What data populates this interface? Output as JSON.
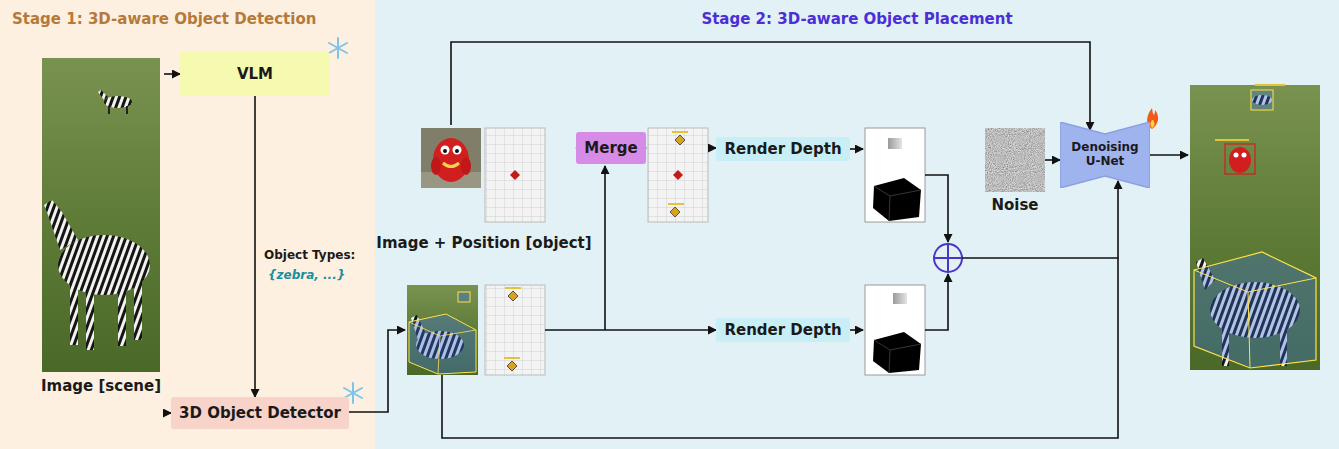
{
  "diagram": {
    "nodes": [
      {
        "text": [
          "Stage 1: 3D-aware Object Detection"
        ]
      },
      {
        "text": [
          "Stage 2: 3D-aware Object Placement"
        ]
      },
      {
        "text": [
          "Image [scene]"
        ],
        "in": 0
      },
      {
        "text": [
          "VLM"
        ],
        "in": 0
      },
      {
        "text": [
          "3D Object Detector"
        ],
        "in": 0
      },
      {
        "text": [
          "Image + Position [object]"
        ],
        "in": 1
      },
      {
        "text": [
          "Merge"
        ],
        "in": 1
      },
      {
        "text": [
          "Render Depth"
        ],
        "in": 1
      },
      {
        "text": [
          "Render Depth"
        ],
        "in": 1
      },
      {
        "text": [
          "Noise"
        ],
        "in": 1
      },
      {
        "text": [
          "Denoising U-Net"
        ],
        "in": 1
      }
    ],
    "edges": [
      {
        "from": 2,
        "to": 3,
        "arrow": "to"
      },
      {
        "from": 3,
        "to": 4,
        "arrow": "to",
        "label": "Object Types:"
      },
      {
        "from": 2,
        "to": 4,
        "arrow": "to"
      },
      {
        "from": 5,
        "to": 6,
        "arrow": "to"
      },
      {
        "from": 5,
        "to": 10,
        "arrow": "to"
      },
      {
        "from": 9,
        "to": 10,
        "arrow": "to"
      }
    ],
    "labels": [
      "{zebra, ...}"
    ]
  }
}
